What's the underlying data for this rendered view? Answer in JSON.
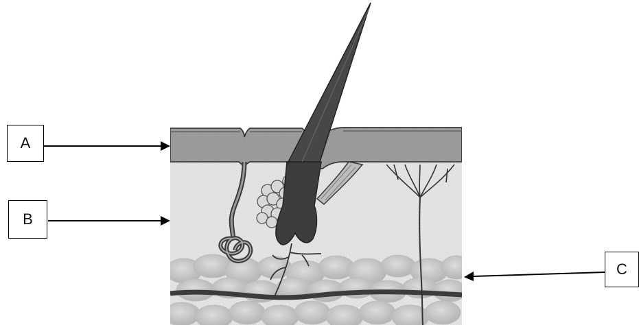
{
  "labels": {
    "a": "A",
    "b": "B",
    "c": "C"
  },
  "colors": {
    "epidermis": "#9a9a9a",
    "dermis": "#e3e3e3",
    "fat": "#c4c4c4",
    "hair": "#4a4a4a",
    "outline": "#3a3a3a"
  }
}
